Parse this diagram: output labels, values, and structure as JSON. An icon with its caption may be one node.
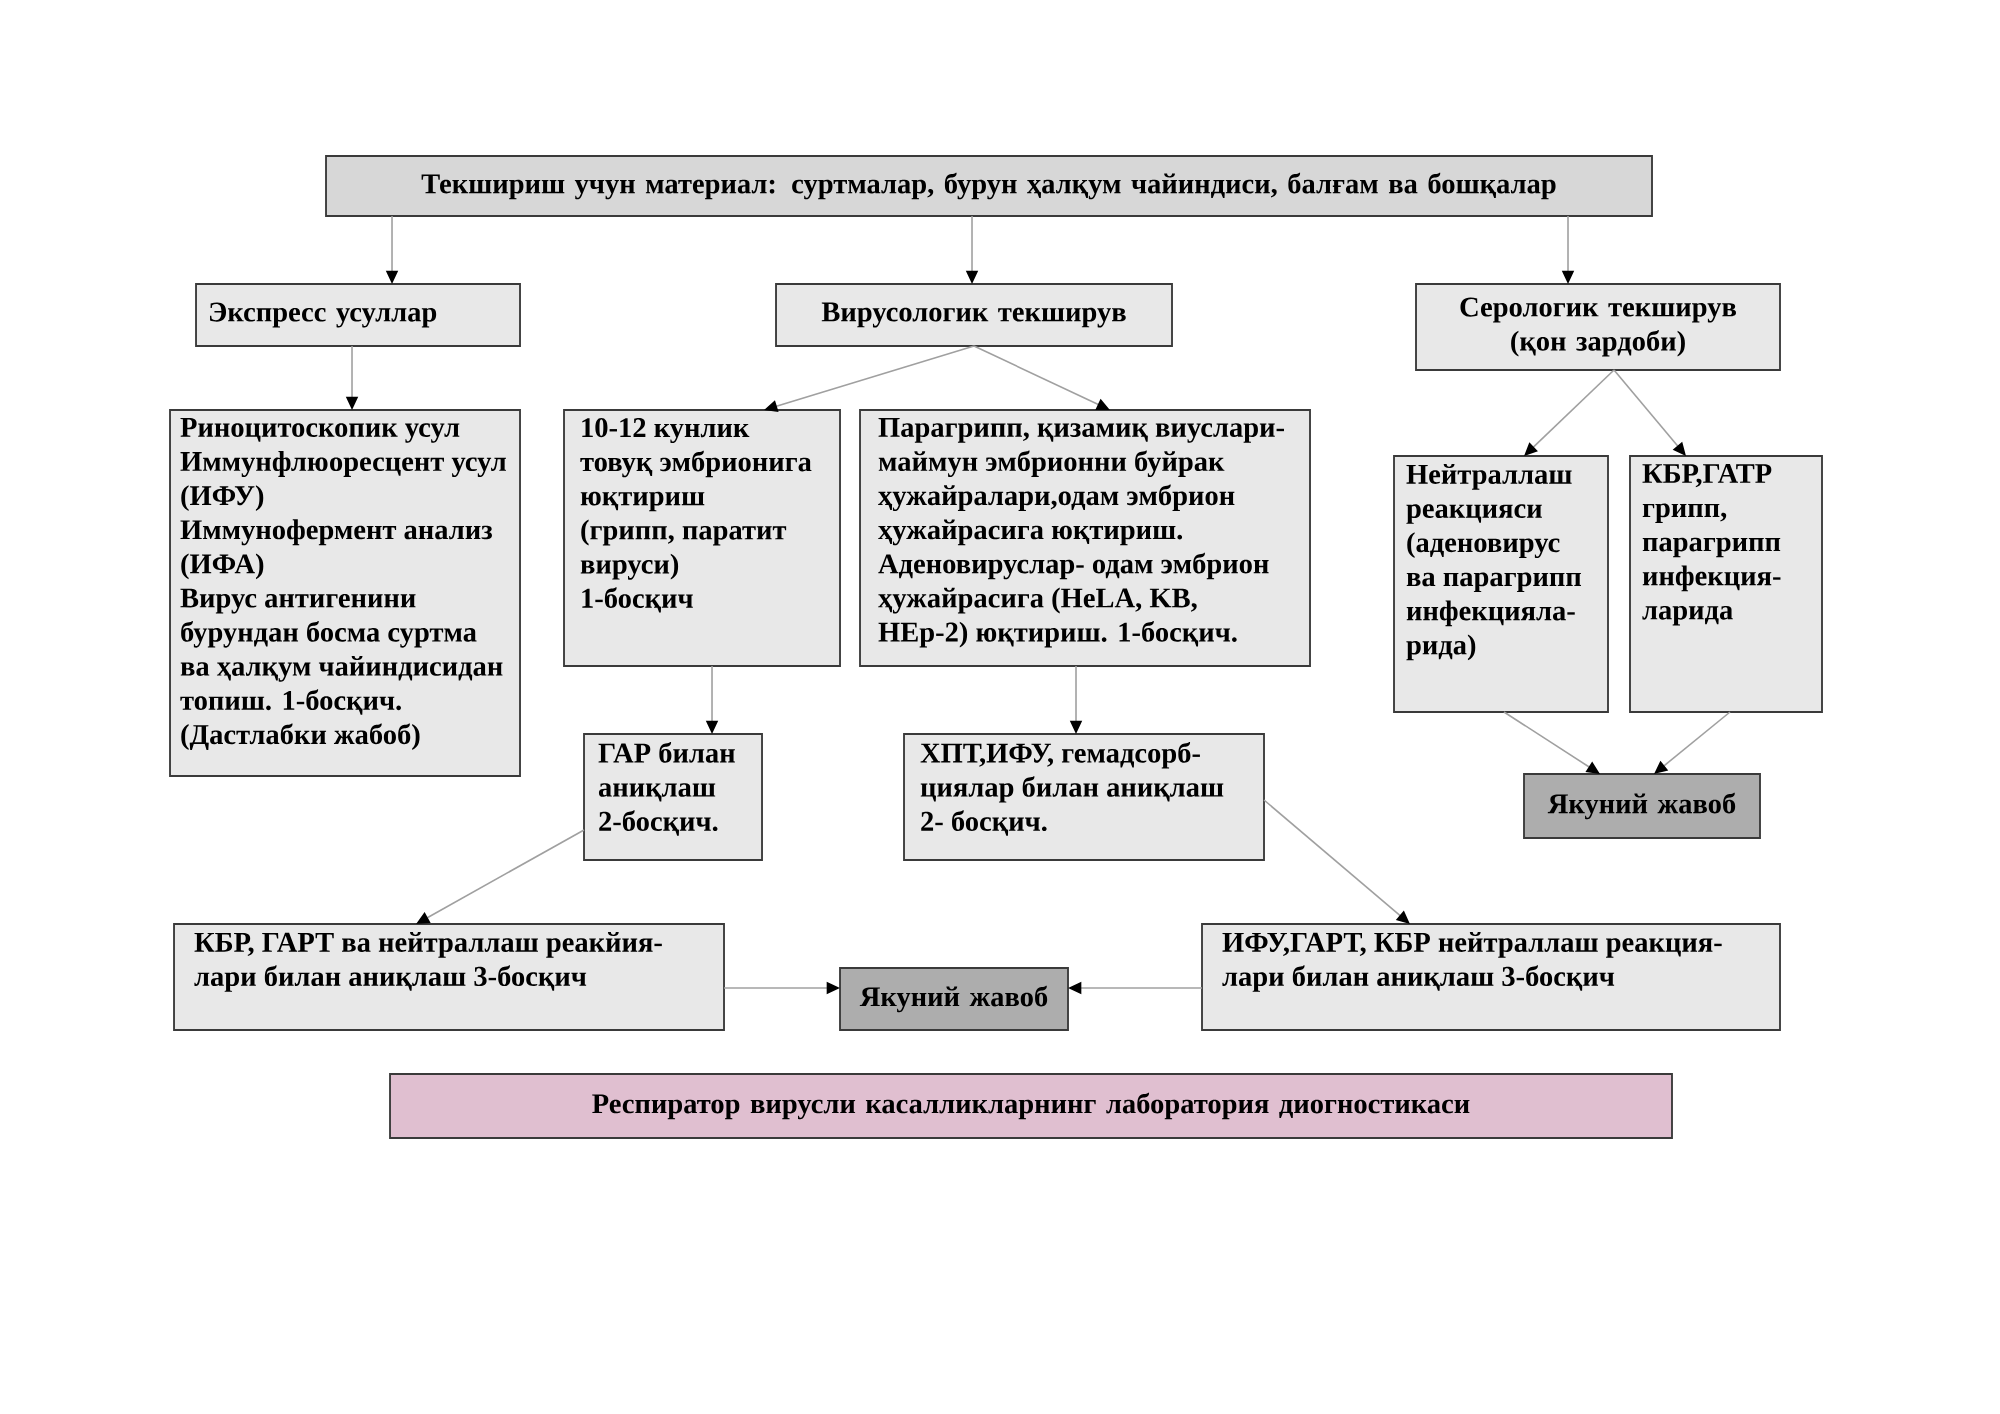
{
  "diagram": {
    "nodes": [
      {
        "text": [
          "Текшириш учун материал: суртмалар, бурун ҳалқум чайиндиси, балғам ва бошқалар"
        ]
      },
      {
        "text": [
          "Экспресс усуллар"
        ]
      },
      {
        "text": [
          "Вирусологик текширув"
        ]
      },
      {
        "text": [
          "Серологик текширув (қон зардоби)"
        ]
      },
      {
        "text": [
          "Риноцитоскопик усул",
          "Иммунфлюоресцент усул (ИФУ)",
          "Иммунофермент анализ (ИФА)",
          "Вирус антигенини бурундан босма суртма ва ҳалқум чайиндисидан топиш. 1-босқич.",
          "(Дастлабки жабоб)"
        ]
      },
      {
        "text": [
          "10-12 кунлик товуқ эмбрионига юқтириш",
          "(грипп, паратит вируси)",
          "1-босқич"
        ]
      },
      {
        "text": [
          "Парагрипп, қизамиқ виуслари- маймун эмбрионни буйрак ҳужайралари,одам эмбрион ҳужайрасига юқтириш.",
          "Аденовируслар- одам эмбрион ҳужайрасига (HeLA, KB, HEp-2) юқтириш. 1-босқич."
        ]
      },
      {
        "text": [
          "ГАР билан аниқлаш 2-босқич."
        ]
      },
      {
        "text": [
          "ХПТ,ИФУ, гемадсорб- циялар билан аниқлаш 2- босқич."
        ]
      },
      {
        "text": [
          "Нейтраллаш реакцияси (аденовирус ва парагрипп инфекцияла- рида)"
        ]
      },
      {
        "text": [
          "КБР,ГАТР грипп, парагрипп инфекция- ларида"
        ]
      },
      {
        "text": [
          "Якуний жавоб"
        ]
      },
      {
        "text": [
          "КБР, ГАРТ ва нейтраллаш реакйия- лари билан аниқлаш 3-босқич"
        ]
      },
      {
        "text": [
          "Якуний жавоб"
        ]
      },
      {
        "text": [
          "ИФУ,ГАРТ, КБР нейтраллаш реакция- лари билан аниқлаш 3-босқич"
        ]
      },
      {
        "text": [
          "Респиратор вирусли касалликларнинг лаборатория диогностикаси"
        ]
      }
    ],
    "edges": [
      {
        "from": 0,
        "to": 1,
        "arrow": "to"
      },
      {
        "from": 0,
        "to": 2,
        "arrow": "to"
      },
      {
        "from": 0,
        "to": 3,
        "arrow": "to"
      },
      {
        "from": 1,
        "to": 4,
        "arrow": "to"
      },
      {
        "from": 2,
        "to": 5,
        "arrow": "to"
      },
      {
        "from": 2,
        "to": 6,
        "arrow": "to"
      },
      {
        "from": 3,
        "to": 9,
        "arrow": "to"
      },
      {
        "from": 3,
        "to": 10,
        "arrow": "to"
      },
      {
        "from": 5,
        "to": 7,
        "arrow": "to"
      },
      {
        "from": 6,
        "to": 8,
        "arrow": "to"
      },
      {
        "from": 9,
        "to": 11,
        "arrow": "to"
      },
      {
        "from": 10,
        "to": 11,
        "arrow": "to"
      },
      {
        "from": 7,
        "to": 12,
        "arrow": "to"
      },
      {
        "from": 8,
        "to": 14,
        "arrow": "to"
      },
      {
        "from": 12,
        "to": 13,
        "arrow": "to"
      },
      {
        "from": 14,
        "to": 13,
        "arrow": "to"
      }
    ]
  }
}
